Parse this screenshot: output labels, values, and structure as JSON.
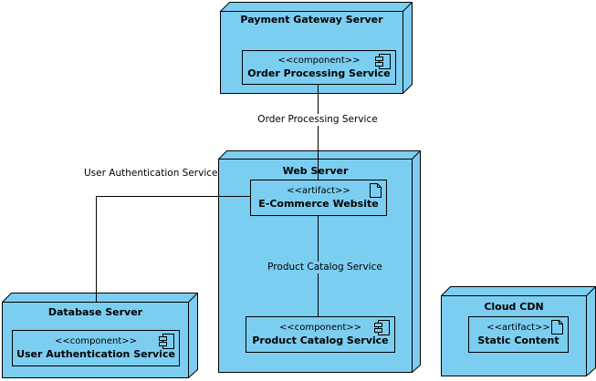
{
  "diagram": {
    "type": "uml-deployment-diagram",
    "colors": {
      "node_fill": "#7CCEF1",
      "stroke": "#000000",
      "background": "#FFFFFF"
    },
    "nodes": [
      {
        "name": "Payment Gateway Server",
        "elements": [
          {
            "kind": "component",
            "stereotype": "<<component>>",
            "name": "Order Processing Service",
            "icon": "component-icon"
          }
        ]
      },
      {
        "name": "Web Server",
        "elements": [
          {
            "kind": "artifact",
            "stereotype": "<<artifact>>",
            "name": "E-Commerce Website",
            "icon": "artifact-icon"
          },
          {
            "kind": "component",
            "stereotype": "<<component>>",
            "name": "Product Catalog Service",
            "icon": "component-icon"
          }
        ]
      },
      {
        "name": "Database Server",
        "elements": [
          {
            "kind": "component",
            "stereotype": "<<component>>",
            "name": "User Authentication Service",
            "icon": "component-icon"
          }
        ]
      },
      {
        "name": "Cloud CDN",
        "elements": [
          {
            "kind": "artifact",
            "stereotype": "<<artifact>>",
            "name": "Static Content",
            "icon": "artifact-icon"
          }
        ]
      }
    ],
    "connectors": [
      {
        "label": "Order Processing Service",
        "from": "Order Processing Service",
        "to": "E-Commerce Website"
      },
      {
        "label": "User Authentication Service",
        "from": "E-Commerce Website",
        "to": "Database Server"
      },
      {
        "label": "Product Catalog Service",
        "from": "E-Commerce Website",
        "to": "Product Catalog Service"
      }
    ]
  }
}
